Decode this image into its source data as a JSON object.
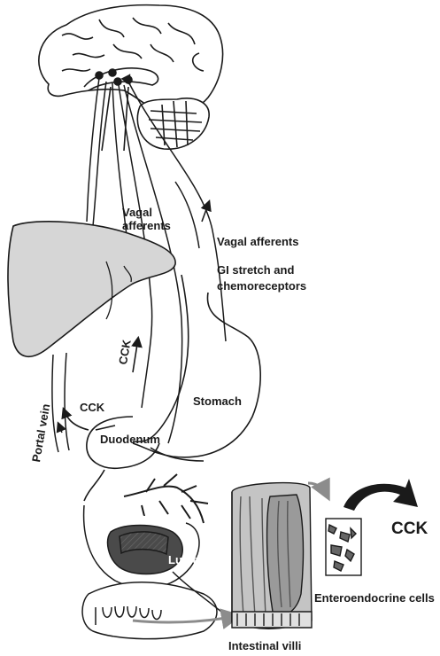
{
  "labels": {
    "vagal_afferents_left": "Vagal afferents",
    "vagal_afferents_right": "Vagal afferents",
    "gi_stretch": "GI stretch and chemoreceptors",
    "cck_vertical": "CCK",
    "portal_vein": "Portal vein",
    "cck_left": "CCK",
    "stomach": "Stomach",
    "duodenum": "Duodenum",
    "cck_big": "CCK",
    "lumen": "Lumen",
    "enteroendocrine": "Enteroendocrine cells",
    "intestinal_villi": "Intestinal villi"
  },
  "colors": {
    "line": "#1a1a1a",
    "liver_fill": "#d6d6d6",
    "intestine_dark": "#4a4a4a",
    "villi_fill": "#9a9a9a",
    "arrow_grey": "#8c8c8c"
  }
}
